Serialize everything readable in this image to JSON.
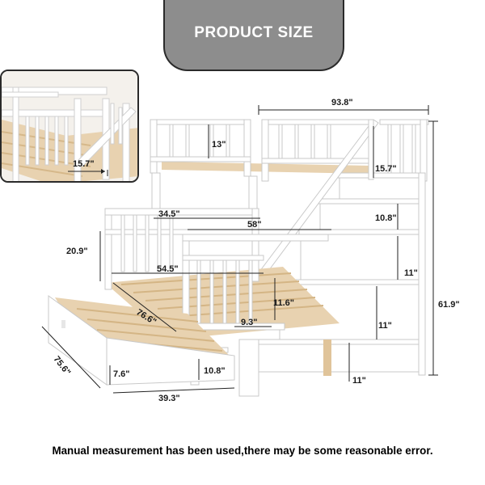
{
  "banner": {
    "title": "PRODUCT SIZE"
  },
  "dimensions": {
    "total_length": "93.8\"",
    "total_height": "61.9\"",
    "inset_rail_height": "15.7\"",
    "top_guard_height": "13\"",
    "top_rail_height": "15.7\"",
    "top_bed_width": "34.5\"",
    "top_bed_length": "58\"",
    "step_height_1": "10.8\"",
    "step_height_2": "11\"",
    "step_height_3": "11\"",
    "step_height_4": "11\"",
    "lower_headboard_height": "20.9\"",
    "lower_bed_width": "54.5\"",
    "lower_bed_length": "76.6\"",
    "lower_rail_height": "11.6\"",
    "lower_rail_gap": "9.3\"",
    "trundle_length": "75.6\"",
    "trundle_height": "7.6\"",
    "trundle_leg_height": "10.8\"",
    "trundle_width": "39.3\""
  },
  "footer": {
    "note": "Manual measurement has been used,there may be some reasonable error."
  }
}
